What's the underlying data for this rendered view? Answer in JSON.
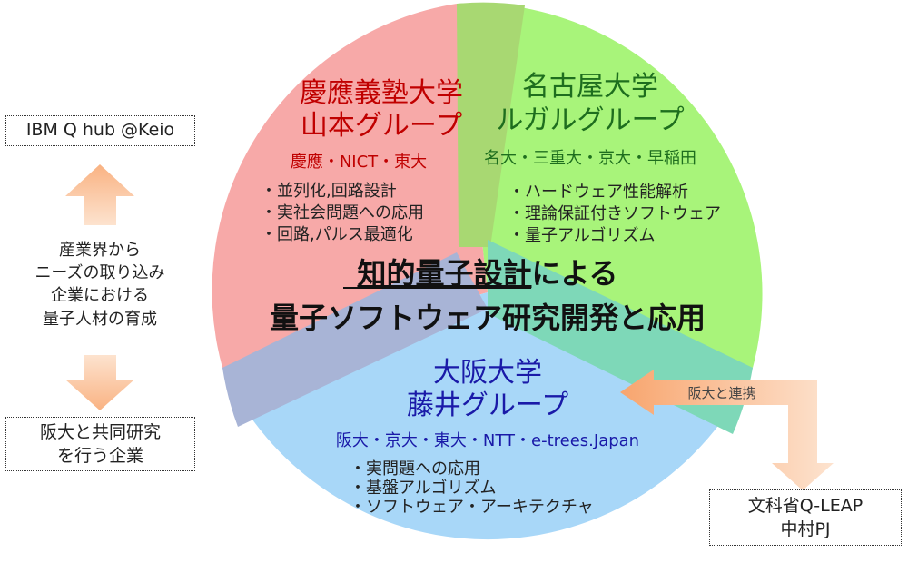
{
  "center": {
    "title_line1_underlined": "知的量子設計",
    "title_line1_rest": "による",
    "title_line2": "量子ソフトウェア研究開発と応用"
  },
  "keio": {
    "name_line1": "慶應義塾大学",
    "name_line2": "山本グループ",
    "members": "慶應・NICT・東大",
    "items": [
      "・並列化,回路設計",
      "・実社会問題への応用",
      "・回路,パルス最適化"
    ]
  },
  "nagoya": {
    "name_line1": "名古屋大学",
    "name_line2": "ルガルグループ",
    "members": "名大・三重大・京大・早稲田",
    "items": [
      "・ハードウェア性能解析",
      "・理論保証付きソフトウェア",
      "・量子アルゴリズム"
    ]
  },
  "osaka": {
    "name_line1": "大阪大学",
    "name_line2": "藤井グループ",
    "members": "阪大・京大・東大・NTT・e-trees.Japan",
    "items": [
      "・実問題への応用",
      "・基盤アルゴリズム",
      "・ソフトウェア・アーキテクチャ"
    ]
  },
  "left": {
    "ibm_box": "IBM Q hub @Keio",
    "middle_lines": [
      "産業界から",
      "ニーズの取り込み",
      "企業における",
      "量子人材の育成"
    ],
    "company_box_lines": [
      "阪大と共同研究",
      "を行う企業"
    ]
  },
  "right": {
    "arrow_label": "阪大と連携",
    "mext_box_lines": [
      "文科省Q-LEAP",
      "中村PJ"
    ]
  },
  "colors": {
    "keio_fill": "#f7a9a8",
    "nagoya_fill": "#a8f47a",
    "osaka_fill": "#a8d7f8",
    "keio_text": "#c00000",
    "nagoya_text": "#1e6e1e",
    "osaka_text": "#1a1aa8",
    "arrow_fill": "#fbc59b"
  }
}
